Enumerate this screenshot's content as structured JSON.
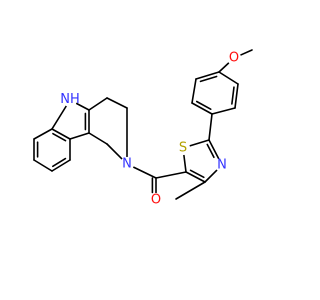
{
  "structure": {
    "colors": {
      "bond": "#000000",
      "N": "#3333ff",
      "O": "#ff0d0d",
      "S": "#b2a100",
      "background": "#ffffff"
    },
    "atoms": [
      {
        "id": "a0",
        "element": "C",
        "label": ""
      },
      {
        "id": "a1",
        "element": "C",
        "label": ""
      },
      {
        "id": "a2",
        "element": "C",
        "label": ""
      },
      {
        "id": "a3",
        "element": "C",
        "label": ""
      },
      {
        "id": "a4",
        "element": "C",
        "label": ""
      },
      {
        "id": "a5",
        "element": "C",
        "label": ""
      },
      {
        "id": "a6",
        "element": "C",
        "label": ""
      },
      {
        "id": "a7",
        "element": "C",
        "label": ""
      },
      {
        "id": "a8",
        "element": "N",
        "label": "H",
        "sublabel": "N"
      },
      {
        "id": "a9",
        "element": "C",
        "label": ""
      },
      {
        "id": "a10",
        "element": "C",
        "label": ""
      },
      {
        "id": "a11",
        "element": "C",
        "label": ""
      },
      {
        "id": "a12",
        "element": "N",
        "label": "N"
      },
      {
        "id": "a13",
        "element": "C",
        "label": ""
      },
      {
        "id": "a14",
        "element": "C",
        "label": ""
      },
      {
        "id": "a15",
        "element": "O",
        "label": "O"
      },
      {
        "id": "a16",
        "element": "C",
        "label": ""
      },
      {
        "id": "a17",
        "element": "S",
        "label": "S"
      },
      {
        "id": "a18",
        "element": "C",
        "label": ""
      },
      {
        "id": "a19",
        "element": "N",
        "label": "N"
      },
      {
        "id": "a20",
        "element": "C",
        "label": ""
      },
      {
        "id": "a21",
        "element": "C",
        "label": ""
      },
      {
        "id": "a22",
        "element": "C",
        "label": ""
      },
      {
        "id": "a23",
        "element": "C",
        "label": ""
      },
      {
        "id": "a24",
        "element": "C",
        "label": ""
      },
      {
        "id": "a25",
        "element": "C",
        "label": ""
      },
      {
        "id": "a26",
        "element": "C",
        "label": ""
      },
      {
        "id": "a27",
        "element": "C",
        "label": ""
      },
      {
        "id": "a28",
        "element": "O",
        "label": "O"
      },
      {
        "id": "a29",
        "element": "C",
        "label": ""
      }
    ],
    "bonds": [
      {
        "from": "a0",
        "to": "a1",
        "order": 2
      },
      {
        "from": "a1",
        "to": "a2",
        "order": 1
      },
      {
        "from": "a2",
        "to": "a3",
        "order": 2
      },
      {
        "from": "a3",
        "to": "a4",
        "order": 1
      },
      {
        "from": "a4",
        "to": "a5",
        "order": 2
      },
      {
        "from": "a5",
        "to": "a0",
        "order": 1
      },
      {
        "from": "a4",
        "to": "a6",
        "order": 1
      },
      {
        "from": "a6",
        "to": "a7",
        "order": 2
      },
      {
        "from": "a7",
        "to": "a8",
        "order": 1
      },
      {
        "from": "a8",
        "to": "a5",
        "order": 1
      },
      {
        "from": "a7",
        "to": "a9",
        "order": 1
      },
      {
        "from": "a9",
        "to": "a10",
        "order": 1
      },
      {
        "from": "a10",
        "to": "a12",
        "order": 1
      },
      {
        "from": "a12",
        "to": "a11",
        "order": 1
      },
      {
        "from": "a11",
        "to": "a6",
        "order": 1
      },
      {
        "from": "a12",
        "to": "a14",
        "order": 1
      },
      {
        "from": "a14",
        "to": "a15",
        "order": 2
      },
      {
        "from": "a14",
        "to": "a16",
        "order": 1
      },
      {
        "from": "a16",
        "to": "a17",
        "order": 1
      },
      {
        "from": "a17",
        "to": "a18",
        "order": 1
      },
      {
        "from": "a18",
        "to": "a19",
        "order": 2
      },
      {
        "from": "a19",
        "to": "a20",
        "order": 1
      },
      {
        "from": "a20",
        "to": "a16",
        "order": 2
      },
      {
        "from": "a20",
        "to": "a13",
        "order": 1
      },
      {
        "from": "a18",
        "to": "a21",
        "order": 1
      },
      {
        "from": "a21",
        "to": "a22",
        "order": 2
      },
      {
        "from": "a22",
        "to": "a23",
        "order": 1
      },
      {
        "from": "a23",
        "to": "a24",
        "order": 2
      },
      {
        "from": "a24",
        "to": "a25",
        "order": 1
      },
      {
        "from": "a25",
        "to": "a26",
        "order": 2
      },
      {
        "from": "a26",
        "to": "a21",
        "order": 1
      },
      {
        "from": "a24",
        "to": "a28",
        "order": 1
      },
      {
        "from": "a28",
        "to": "a29",
        "order": 1
      }
    ]
  }
}
